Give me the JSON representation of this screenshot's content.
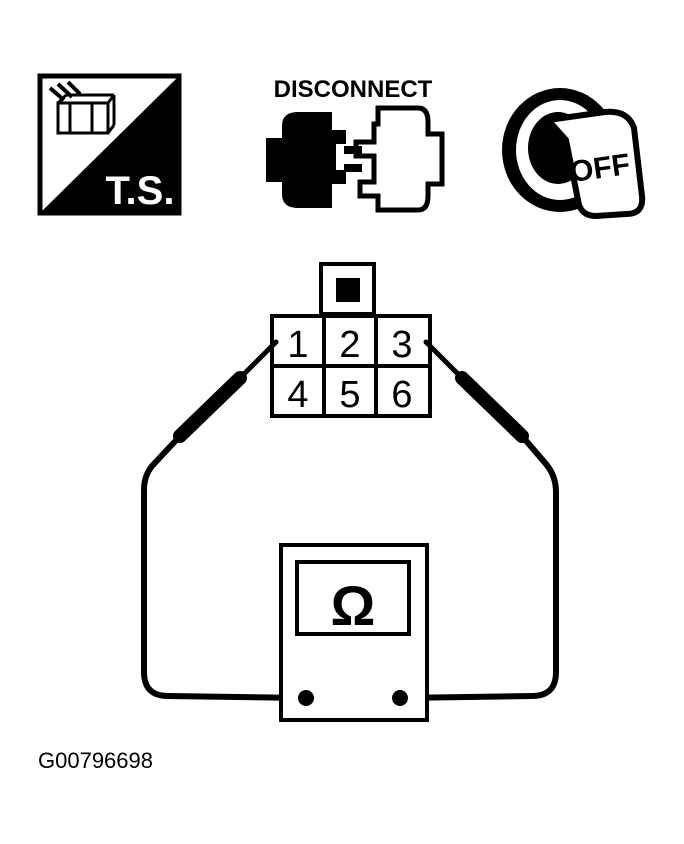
{
  "icons": {
    "ts_label": "T.S.",
    "disconnect_label": "DISCONNECT",
    "ignition_label": "OFF",
    "ts_icon": "test-symbol-icon",
    "disconnect_icon": "connector-disconnect-icon",
    "ignition_icon": "ignition-key-off-icon"
  },
  "connector": {
    "pins": [
      "1",
      "2",
      "3",
      "4",
      "5",
      "6"
    ],
    "probed_pins": [
      "1",
      "3"
    ]
  },
  "meter": {
    "symbol": "Ω",
    "icon": "ohmmeter-icon"
  },
  "figure_id": "G00796698",
  "colors": {
    "ink": "#000000",
    "paper": "#ffffff"
  }
}
